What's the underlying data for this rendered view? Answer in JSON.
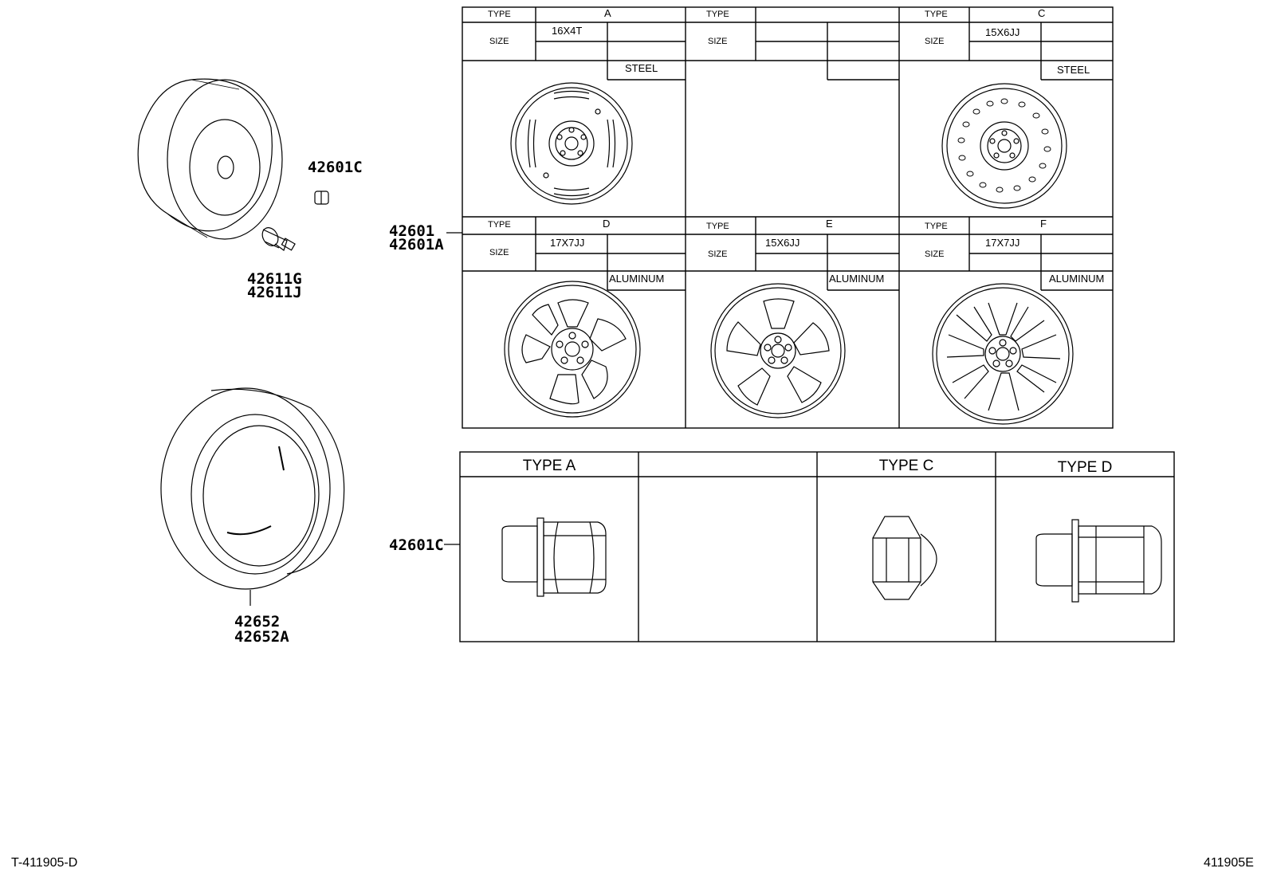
{
  "callouts": {
    "lug_nut_top": "42601C",
    "valve": [
      "42611G",
      "42611J"
    ],
    "wheel": [
      "42601",
      "42601A"
    ],
    "tire": [
      "42652",
      "42652A"
    ],
    "lug_nut_table": "42601C"
  },
  "wheel_table": {
    "row_label_type": "TYPE",
    "row_label_size": "SIZE",
    "cells": [
      {
        "type": "A",
        "size": "16X4T",
        "material": "STEEL"
      },
      {
        "type": "",
        "size": "",
        "material": ""
      },
      {
        "type": "C",
        "size": "15X6JJ",
        "material": "STEEL"
      },
      {
        "type": "D",
        "size": "17X7JJ",
        "material": "ALUMINUM"
      },
      {
        "type": "E",
        "size": "15X6JJ",
        "material": "ALUMINUM"
      },
      {
        "type": "F",
        "size": "17X7JJ",
        "material": "ALUMINUM"
      }
    ]
  },
  "nut_table": {
    "headers": [
      "TYPE A",
      "",
      "TYPE C",
      "TYPE D"
    ]
  },
  "footer": {
    "left": "T-411905-D",
    "right": "411905E"
  }
}
